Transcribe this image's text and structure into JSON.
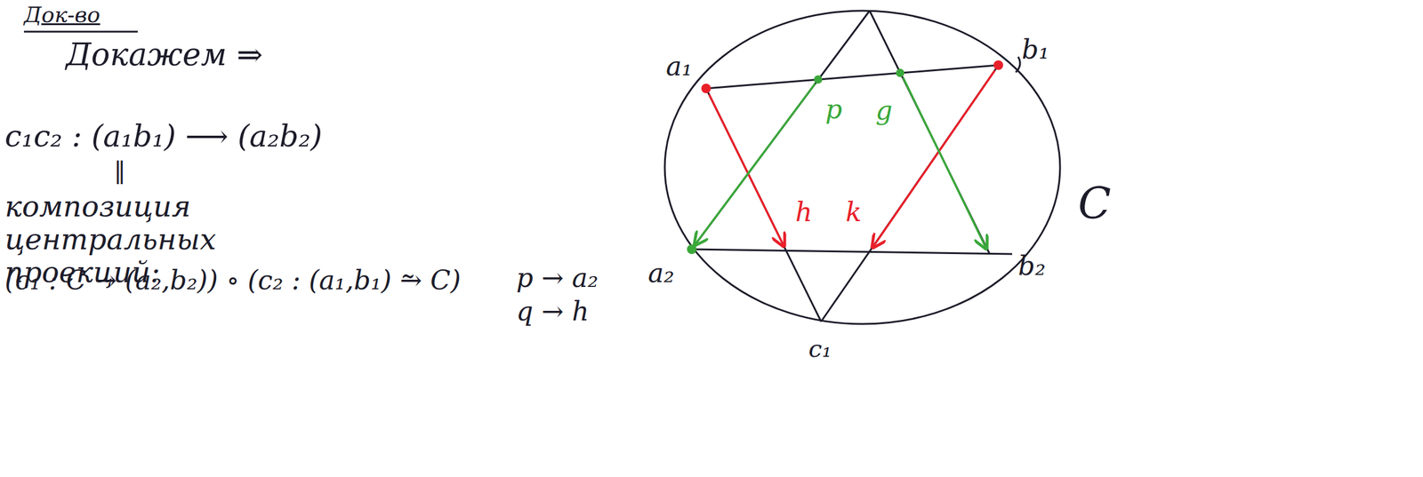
{
  "diagram": {
    "labels": [
      "Док-во",
      "Докажем ⇒",
      "c₁c₂ : (a₁b₁) ⟶ (a₂b₂)",
      "‖",
      "композиция центральных проекций:",
      "(c₁ : C → (a₂,b₂)) ∘ (c₂ : (a₁,b₁) ⥲ C)",
      "p → a₂",
      "q → h",
      "a₁",
      "b₁",
      "a₂",
      "b₂",
      "c₁",
      "C",
      "p",
      "g",
      "h",
      "k"
    ]
  }
}
